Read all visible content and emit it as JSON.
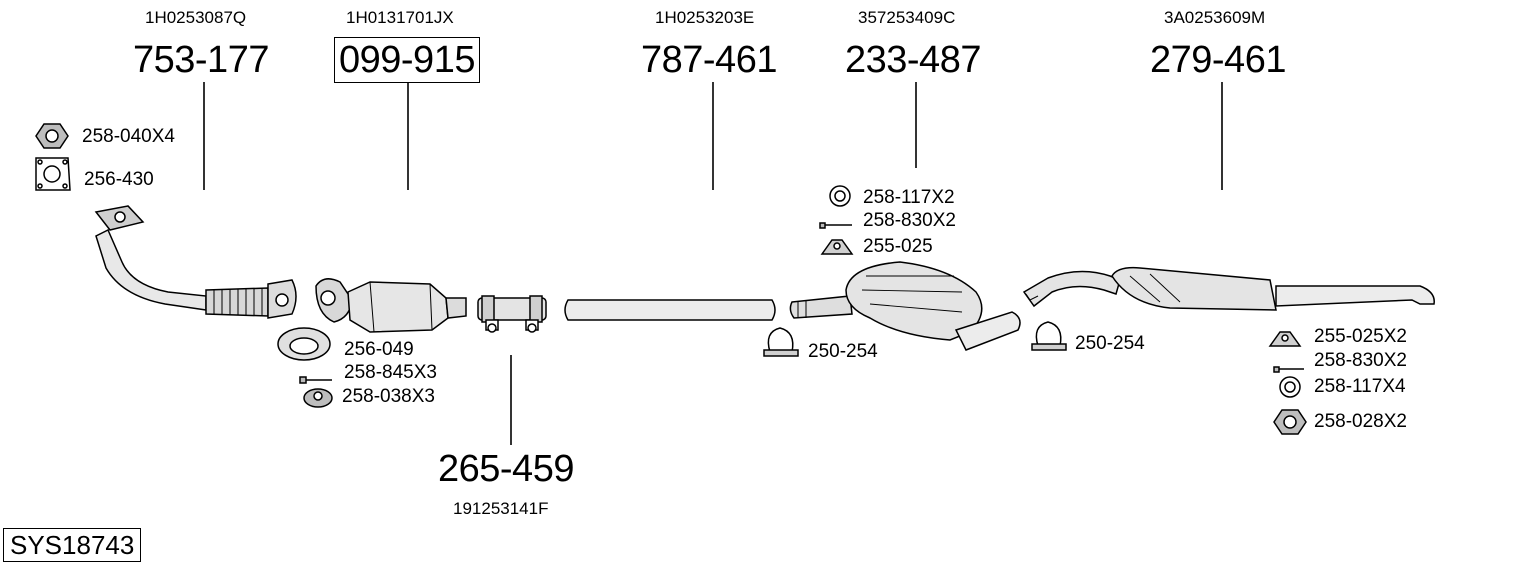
{
  "system_code": "SYS18743",
  "groups": [
    {
      "oem": "1H0253087Q",
      "part": "753-177"
    },
    {
      "oem": "1H0131701JX",
      "part": "099-915"
    },
    {
      "oem": "1H0253203E",
      "part": "787-461"
    },
    {
      "oem": "357253409C",
      "part": "233-487"
    },
    {
      "oem": "3A0253609M",
      "part": "279-461"
    },
    {
      "oem": "191253141F",
      "part": "265-459"
    }
  ],
  "fittings": {
    "manifold_nut": "258-040X4",
    "manifold_gasket": "256-430",
    "cat_gasket": "256-049",
    "cat_bolt": "258-845X3",
    "cat_nut": "258-038X3",
    "mid_ring": "258-117X2",
    "mid_bolt": "258-830X2",
    "mid_hanger": "255-025",
    "mid_clamp": "250-254",
    "rear_clamp": "250-254",
    "rear_hanger": "255-025X2",
    "rear_bolt": "258-830X2",
    "rear_ring": "258-117X4",
    "rear_nut": "258-028X2"
  }
}
